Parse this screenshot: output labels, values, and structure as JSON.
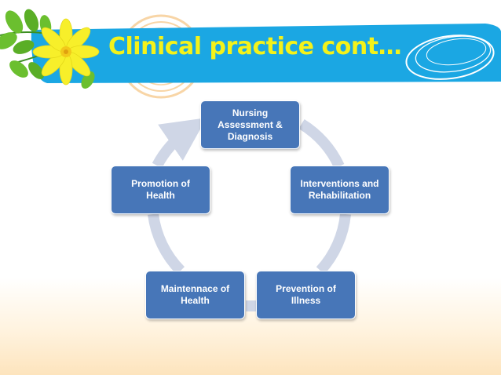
{
  "slide": {
    "title": "Clinical practice cont…"
  },
  "cycle": {
    "nodes": [
      {
        "label": "Nursing\nAssessment  &\nDiagnosis"
      },
      {
        "label": "Interventions and\nRehabilitation"
      },
      {
        "label": "Prevention of\nIllness"
      },
      {
        "label": "Maintennace of\nHealth"
      },
      {
        "label": "Promotion of\nHealth"
      }
    ]
  },
  "colors": {
    "banner_blue": "#1ba7e3",
    "title_yellow": "#f4f21a",
    "node_blue": "#4776b8",
    "arrow_gray": "#cfd6e6",
    "leaf_green": "#6bbf2f",
    "flower_yellow": "#f7ef2a",
    "orange_swirl": "#f3b25c"
  },
  "icons": [
    "flower-icon",
    "leaf-branch-icon",
    "swirl-decoration-icon"
  ]
}
